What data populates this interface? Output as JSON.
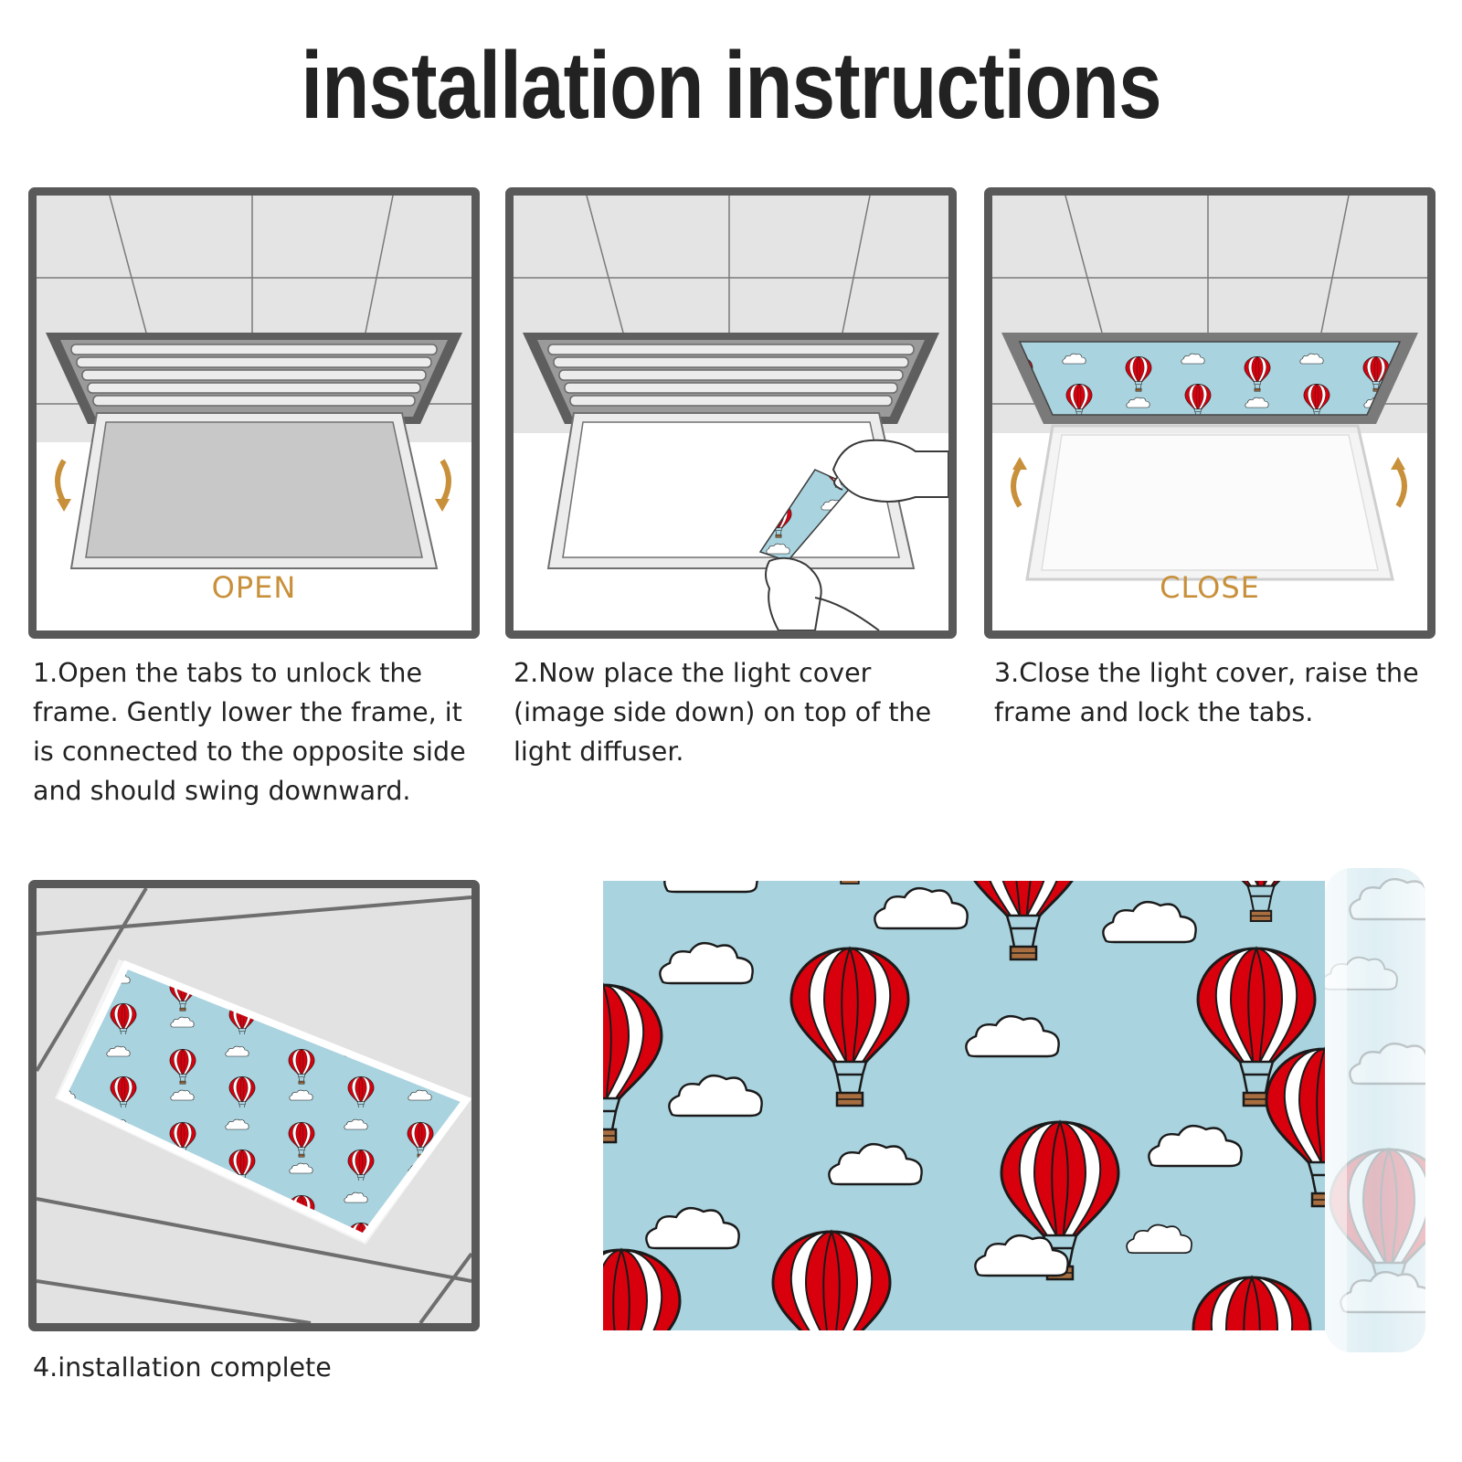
{
  "title": "installation instructions",
  "steps": [
    {
      "caption": "1.Open the tabs to unlock the frame. Gently lower the frame, it is connected to the opposite side and should swing downward.",
      "label": "OPEN"
    },
    {
      "caption": "2.Now place the light cover (image side down) on top of the light diffuser.",
      "label": ""
    },
    {
      "caption": "3.Close the light cover, raise the frame and lock the tabs.",
      "label": "CLOSE"
    },
    {
      "caption": "4.installation complete",
      "label": ""
    }
  ],
  "colors": {
    "accent": "#C8903A",
    "sky": "#A9D3DF",
    "balloon_red": "#D9000D",
    "frame": "#595959",
    "ceiling": "#E4E4E4"
  }
}
